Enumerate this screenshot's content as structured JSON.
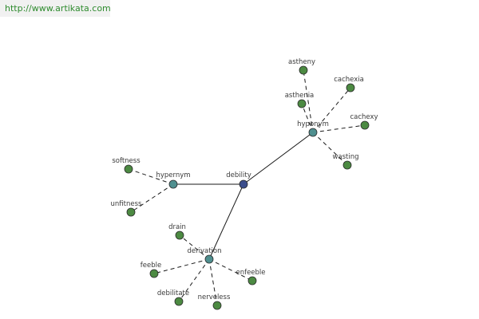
{
  "banner": {
    "url_text": "http://www.artikata.com"
  },
  "colors": {
    "center_node": "#3c4e8c",
    "relation_node": "#4f8f8f",
    "leaf_node": "#4c8a42",
    "edge": "#1a1a1a"
  },
  "graph": {
    "nodes": [
      {
        "id": "debility",
        "label": "debility",
        "kind": "center"
      },
      {
        "id": "hyponym",
        "label": "hyponym",
        "kind": "relation"
      },
      {
        "id": "hypernym",
        "label": "hypernym",
        "kind": "relation"
      },
      {
        "id": "derivation",
        "label": "derivation",
        "kind": "relation"
      },
      {
        "id": "astheny",
        "label": "astheny",
        "kind": "leaf"
      },
      {
        "id": "cachexia",
        "label": "cachexia",
        "kind": "leaf"
      },
      {
        "id": "asthenia",
        "label": "asthenia",
        "kind": "leaf"
      },
      {
        "id": "cachexy",
        "label": "cachexy",
        "kind": "leaf"
      },
      {
        "id": "wasting",
        "label": "wasting",
        "kind": "leaf"
      },
      {
        "id": "softness",
        "label": "softness",
        "kind": "leaf"
      },
      {
        "id": "unfitness",
        "label": "unfitness",
        "kind": "leaf"
      },
      {
        "id": "drain",
        "label": "drain",
        "kind": "leaf"
      },
      {
        "id": "feeble",
        "label": "feeble",
        "kind": "leaf"
      },
      {
        "id": "enfeeble",
        "label": "enfeeble",
        "kind": "leaf"
      },
      {
        "id": "debilitate",
        "label": "debilitate",
        "kind": "leaf"
      },
      {
        "id": "nerveless",
        "label": "nerveless",
        "kind": "leaf"
      }
    ],
    "edges": [
      {
        "from": "debility",
        "to": "hyponym",
        "style": "solid"
      },
      {
        "from": "debility",
        "to": "hypernym",
        "style": "solid"
      },
      {
        "from": "debility",
        "to": "derivation",
        "style": "solid"
      },
      {
        "from": "hyponym",
        "to": "astheny",
        "style": "dashed"
      },
      {
        "from": "hyponym",
        "to": "cachexia",
        "style": "dashed"
      },
      {
        "from": "hyponym",
        "to": "asthenia",
        "style": "dashed"
      },
      {
        "from": "hyponym",
        "to": "cachexy",
        "style": "dashed"
      },
      {
        "from": "hyponym",
        "to": "wasting",
        "style": "dashed"
      },
      {
        "from": "hypernym",
        "to": "softness",
        "style": "dashed"
      },
      {
        "from": "hypernym",
        "to": "unfitness",
        "style": "dashed"
      },
      {
        "from": "derivation",
        "to": "drain",
        "style": "dashed"
      },
      {
        "from": "derivation",
        "to": "feeble",
        "style": "dashed"
      },
      {
        "from": "derivation",
        "to": "enfeeble",
        "style": "dashed"
      },
      {
        "from": "derivation",
        "to": "debilitate",
        "style": "dashed"
      },
      {
        "from": "derivation",
        "to": "nerveless",
        "style": "dashed"
      }
    ]
  }
}
